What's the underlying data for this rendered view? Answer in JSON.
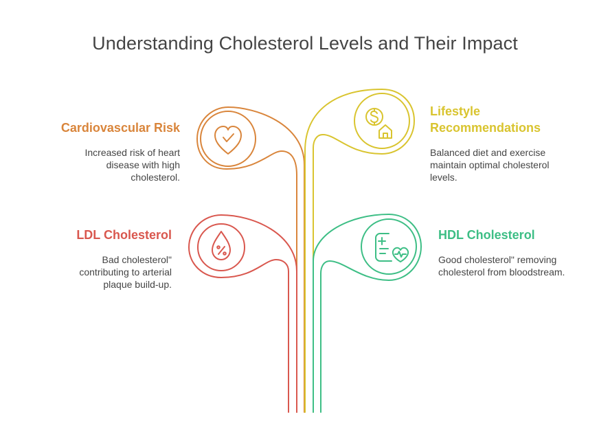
{
  "title": "Understanding Cholesterol Levels and Their Impact",
  "colors": {
    "cardio": "#D9853B",
    "lifestyle": "#D9C42F",
    "ldl": "#D9574E",
    "hdl": "#3DBE85",
    "text": "#444444"
  },
  "items": {
    "cardio": {
      "heading": "Cardiovascular Risk",
      "description": "Increased risk of heart disease with high cholesterol.",
      "icon": "heart-check-icon"
    },
    "lifestyle": {
      "heading_line1": "Lifestyle",
      "heading_line2": "Recommendations",
      "description": "Balanced diet and exercise maintain optimal cholesterol levels.",
      "icon": "dollar-house-icon"
    },
    "ldl": {
      "heading": "LDL Cholesterol",
      "description": "Bad cholesterol\" contributing to arterial plaque build-up.",
      "icon": "drop-percent-icon"
    },
    "hdl": {
      "heading": "HDL Cholesterol",
      "description": "Good cholesterol\" removing cholesterol from bloodstream.",
      "icon": "medical-report-icon"
    }
  }
}
